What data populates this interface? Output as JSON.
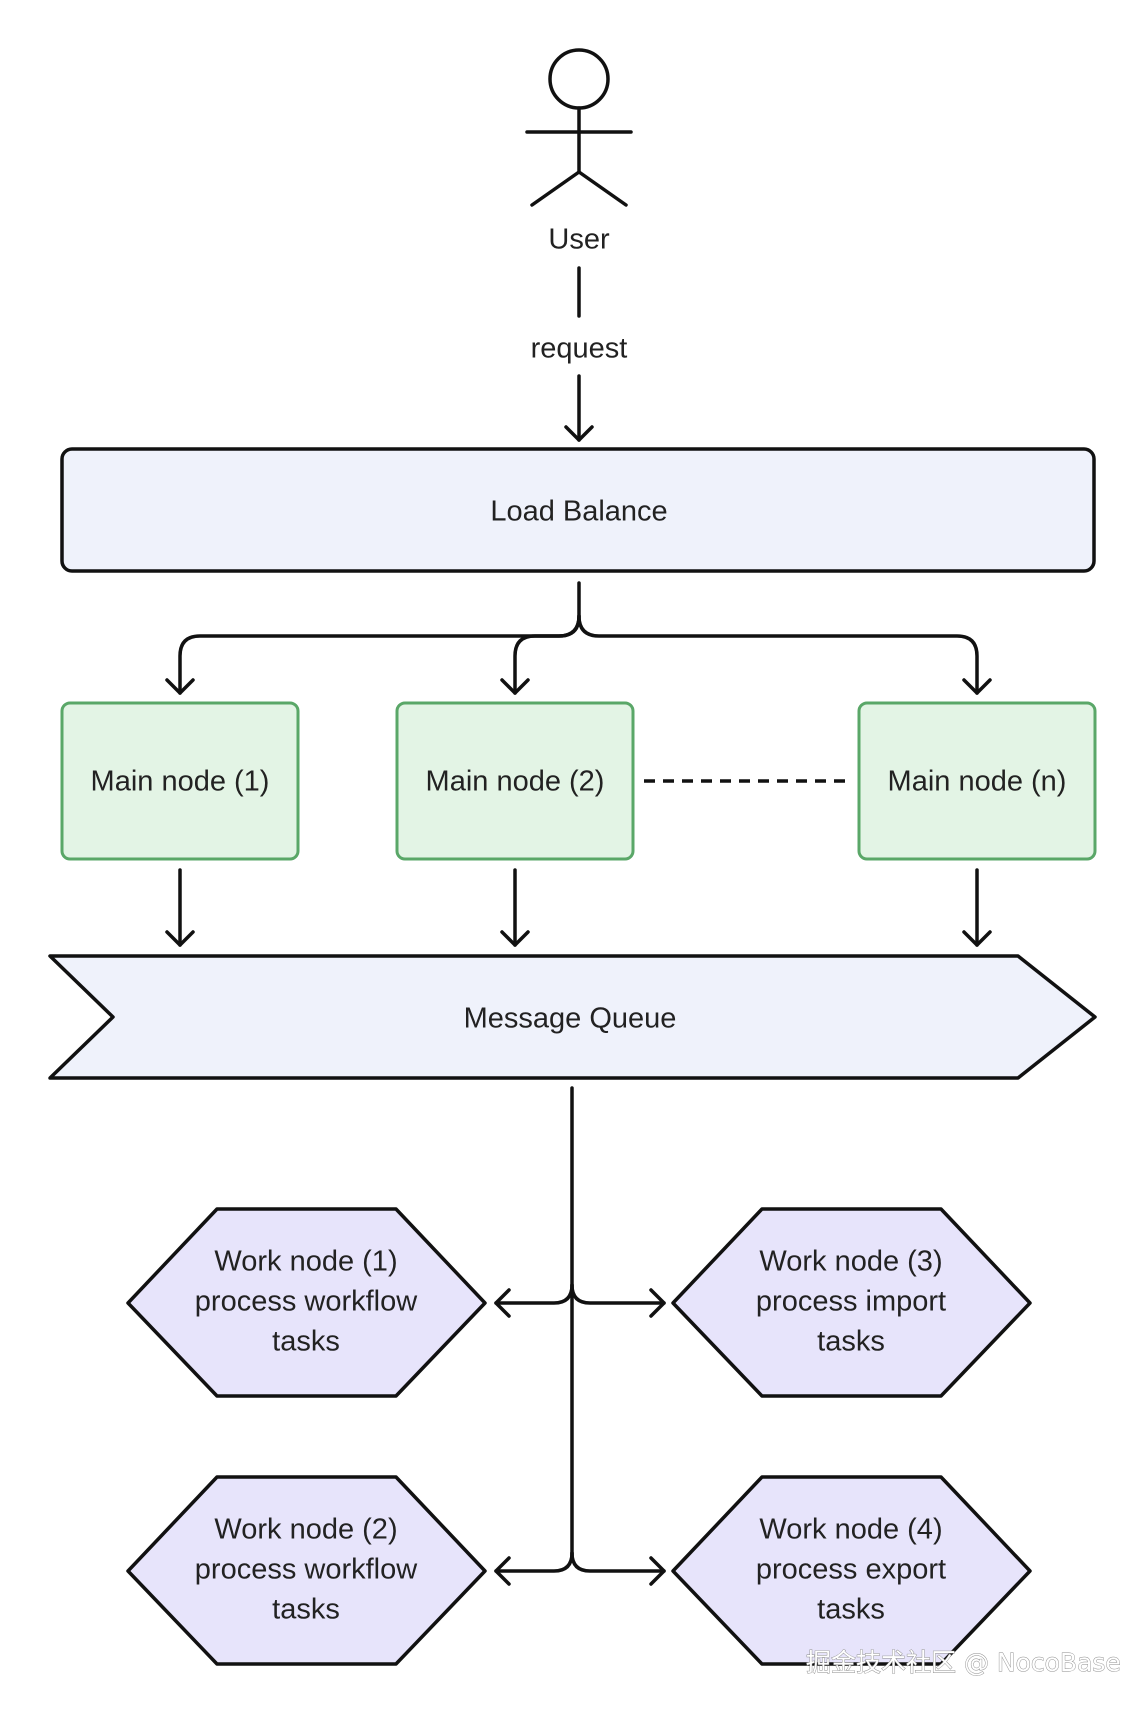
{
  "colors": {
    "stroke": "#111111",
    "text": "#222222",
    "blue_fill": "#eff2fb",
    "green_fill": "#e3f4e5",
    "green_stroke": "#5aa768",
    "purple_fill": "#e7e4fb",
    "watermark_outline": "#8a8a8a"
  },
  "user": {
    "icon": "stick-figure-icon",
    "label": "User"
  },
  "request": {
    "label": "request"
  },
  "load_balance": {
    "label": "Load Balance"
  },
  "main_nodes": [
    {
      "label": "Main node (1)"
    },
    {
      "label": "Main node (2)"
    },
    {
      "label": "Main node (n)"
    }
  ],
  "message_queue": {
    "label": "Message Queue"
  },
  "work_nodes": [
    {
      "lines": [
        "Work node (1)",
        "process workflow",
        "tasks"
      ]
    },
    {
      "lines": [
        "Work node (3)",
        "process import",
        "tasks"
      ]
    },
    {
      "lines": [
        "Work node (2)",
        "process workflow",
        "tasks"
      ]
    },
    {
      "lines": [
        "Work node (4)",
        "process export",
        "tasks"
      ]
    }
  ],
  "watermark": {
    "text": "掘金技术社区 @ NocoBase"
  }
}
